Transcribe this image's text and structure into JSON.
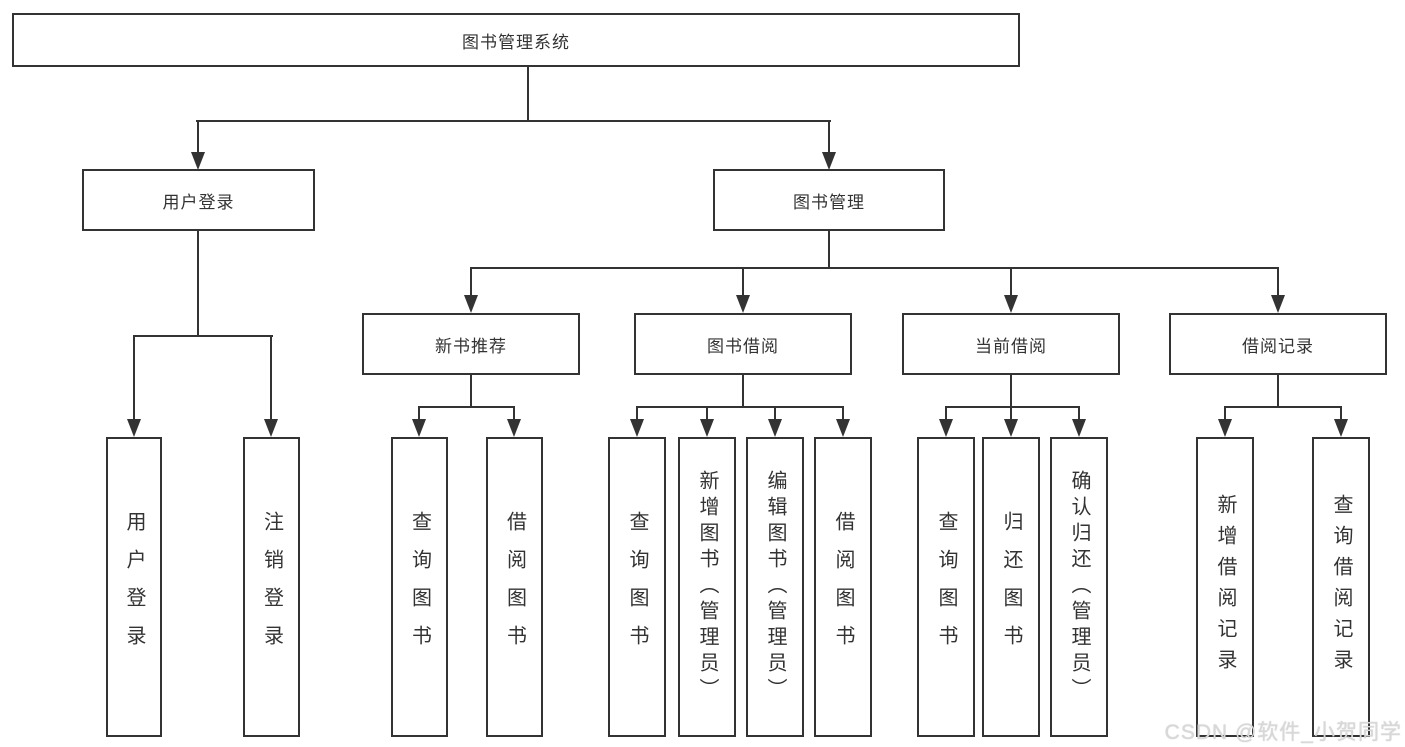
{
  "colors": {
    "line": "#333333",
    "background": "#ffffff",
    "watermark": "#d8d8d8"
  },
  "root": {
    "label": "图书管理系统"
  },
  "level2": {
    "user_login": {
      "label": "用户登录"
    },
    "book_mgmt": {
      "label": "图书管理"
    }
  },
  "level3": {
    "new_book_rec": {
      "label": "新书推荐"
    },
    "book_borrow": {
      "label": "图书借阅"
    },
    "current_borrow": {
      "label": "当前借阅"
    },
    "borrow_records": {
      "label": "借阅记录"
    }
  },
  "leaves": {
    "ul_login": {
      "label": "用户登录"
    },
    "ul_logout": {
      "label": "注销登录"
    },
    "nb_query": {
      "label": "查询图书"
    },
    "nb_borrow": {
      "label": "借阅图书"
    },
    "bb_query": {
      "label": "查询图书"
    },
    "bb_add": {
      "label": "新增图书（管理员）"
    },
    "bb_edit": {
      "label": "编辑图书（管理员）"
    },
    "bb_borrow": {
      "label": "借阅图书"
    },
    "cb_query": {
      "label": "查询图书"
    },
    "cb_return": {
      "label": "归还图书"
    },
    "cb_confirm": {
      "label": "确认归还（管理员）"
    },
    "br_add": {
      "label": "新增借阅记录"
    },
    "br_query": {
      "label": "查询借阅记录"
    }
  },
  "watermark": {
    "text": "CSDN @软件_小贺同学"
  }
}
